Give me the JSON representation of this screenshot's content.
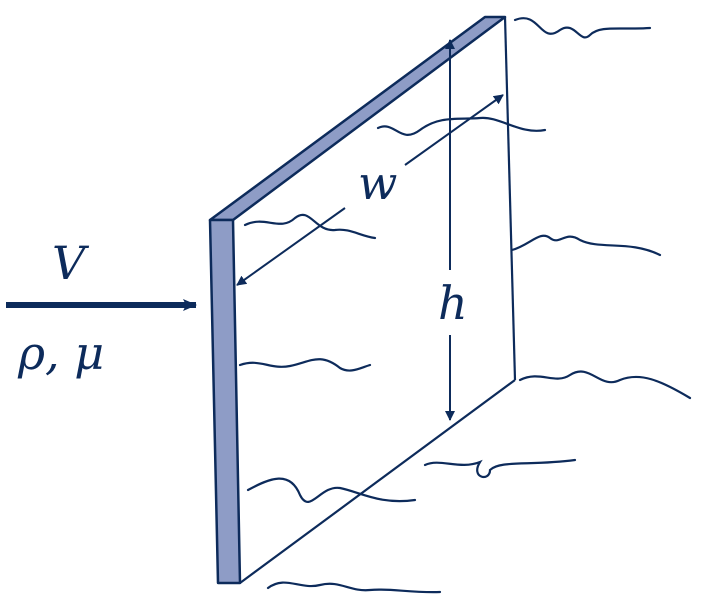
{
  "labels": {
    "velocity": "V",
    "properties": "ρ, μ",
    "width": "w",
    "height": "h"
  },
  "colors": {
    "ink": "#0d2b5b",
    "plate_edge": "#8e9cc6"
  }
}
